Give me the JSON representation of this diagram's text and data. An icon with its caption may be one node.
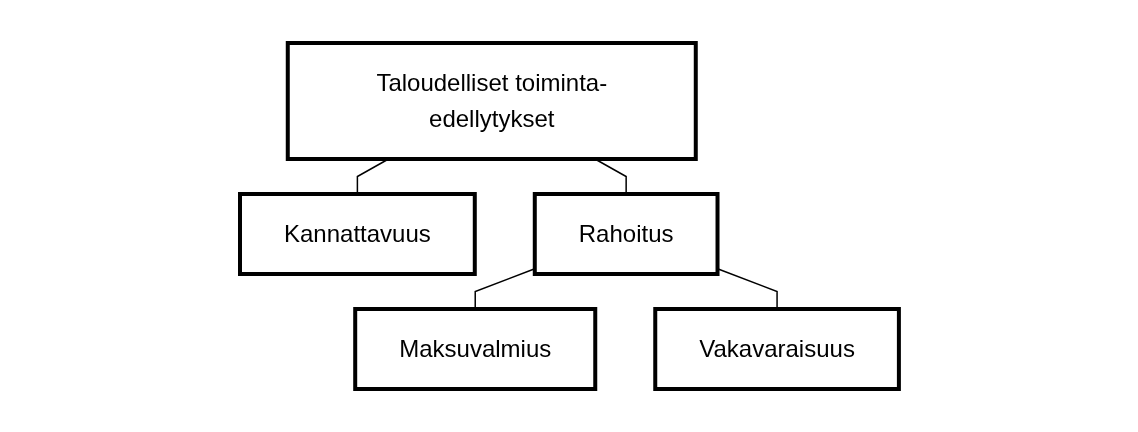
{
  "diagram": {
    "nodes": [
      {
        "text": [
          "Taloudelliset toiminta-edellytykset"
        ]
      },
      {
        "text": [
          "Kannattavuus"
        ]
      },
      {
        "text": [
          "Rahoitus"
        ]
      },
      {
        "text": [
          "Maksuvalmius"
        ]
      },
      {
        "text": [
          "Vakavaraisuus"
        ]
      }
    ],
    "edges": [
      {
        "from": 0,
        "to": 1,
        "arrow": "none"
      },
      {
        "from": 0,
        "to": 2,
        "arrow": "none"
      },
      {
        "from": 2,
        "to": 3,
        "arrow": "none"
      },
      {
        "from": 2,
        "to": 4,
        "arrow": "none"
      }
    ]
  }
}
